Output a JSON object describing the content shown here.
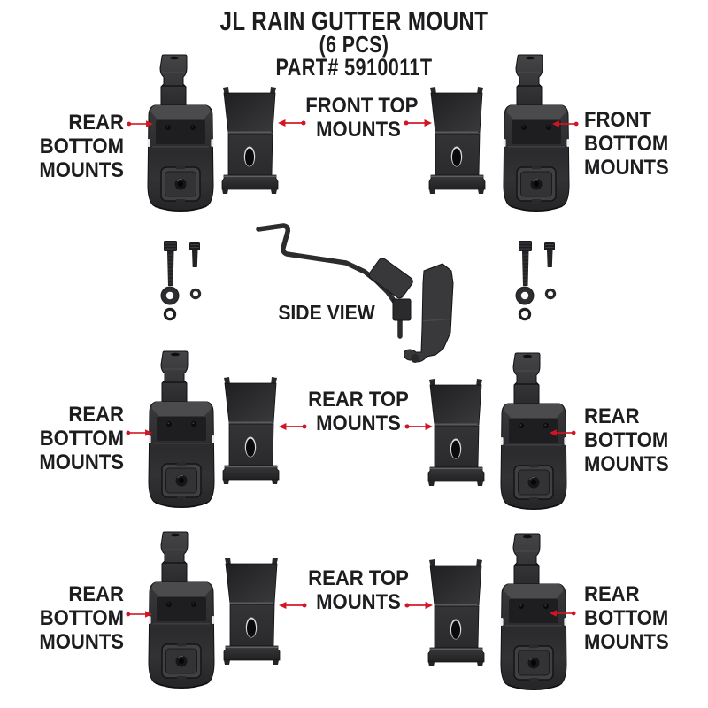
{
  "title": {
    "line1": "JL RAIN GUTTER MOUNT",
    "line2": "(6 PCS)",
    "line3": "PART# 5910011T"
  },
  "side_view": {
    "label": "SIDE VIEW"
  },
  "rows": [
    {
      "left_label": {
        "lines": [
          "REAR",
          "BOTTOM",
          "MOUNTS"
        ]
      },
      "center_label": {
        "lines": [
          "FRONT TOP",
          "MOUNTS"
        ]
      },
      "right_label": {
        "lines": [
          "FRONT",
          "BOTTOM",
          "MOUNTS"
        ]
      }
    },
    {
      "left_label": {
        "lines": [
          "REAR",
          "BOTTOM",
          "MOUNTS"
        ]
      },
      "center_label": {
        "lines": [
          "REAR TOP",
          "MOUNTS"
        ]
      },
      "right_label": {
        "lines": [
          "REAR",
          "BOTTOM",
          "MOUNTS"
        ]
      }
    },
    {
      "left_label": {
        "lines": [
          "REAR",
          "BOTTOM",
          "MOUNTS"
        ]
      },
      "center_label": {
        "lines": [
          "REAR TOP",
          "MOUNTS"
        ]
      },
      "right_label": {
        "lines": [
          "REAR",
          "BOTTOM",
          "MOUNTS"
        ]
      }
    }
  ],
  "colors": {
    "background": "#ffffff",
    "text": "#1d1d1f",
    "arrow": "#d31423",
    "metal_dark": "#232326",
    "metal_mid": "#303033",
    "metal_light": "#4a4a4d"
  },
  "icons": {
    "bracket": "bottom-mount-bracket-3d",
    "plate": "top-mount-plate-3d",
    "hardware": "bolts-and-washers-set",
    "sideview": "mount-side-profile",
    "arrow": "red-pointer-arrow"
  }
}
